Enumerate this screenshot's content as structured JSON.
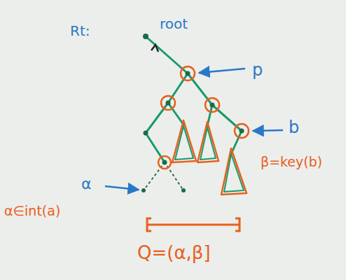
{
  "diagram": {
    "labels": [
      "Rt:",
      "root",
      "p",
      "b",
      "β=key(b)",
      "α",
      "α∈int(a)",
      "Q=(α,β]"
    ]
  }
}
